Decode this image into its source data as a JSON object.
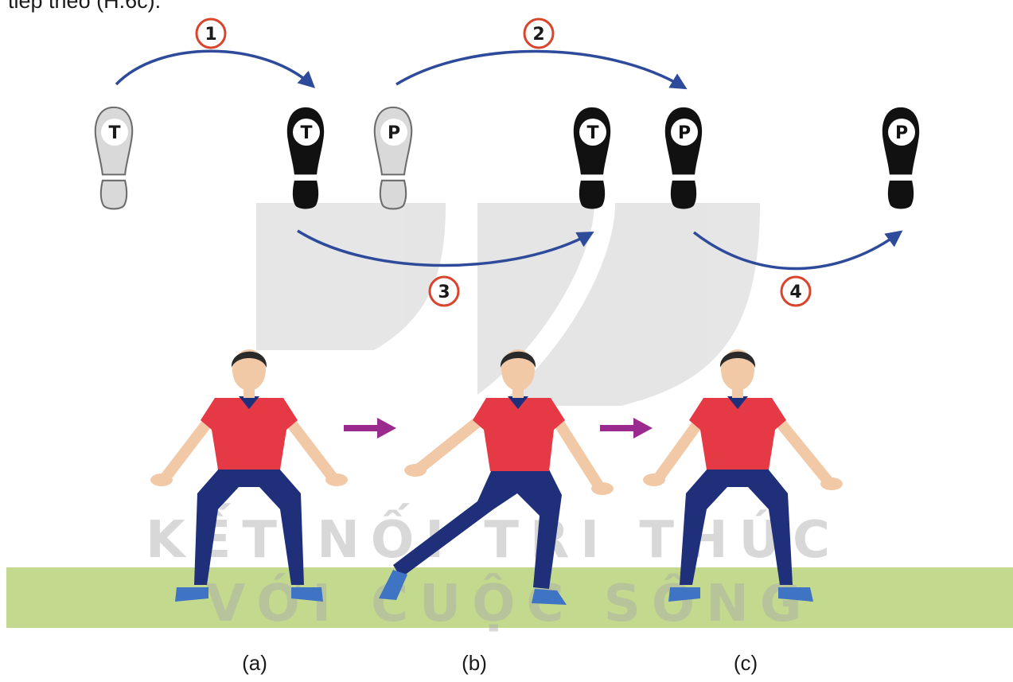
{
  "caption_top": "tiếp theo (H.6c).",
  "feet": [
    {
      "letter": "T",
      "fill": "light"
    },
    {
      "letter": "T",
      "fill": "dark"
    },
    {
      "letter": "P",
      "fill": "light"
    },
    {
      "letter": "T",
      "fill": "dark"
    },
    {
      "letter": "P",
      "fill": "dark"
    },
    {
      "letter": "P",
      "fill": "dark"
    }
  ],
  "steps": [
    "1",
    "2",
    "3",
    "4"
  ],
  "watermark": {
    "line1": "KẾT NỐI TRI THỨC",
    "line2": "VỚI CUỘC SỐNG"
  },
  "panel_labels": [
    "(a)",
    "(b)",
    "(c)"
  ],
  "colors": {
    "arrow_blue": "#2e4a9a",
    "step_circle": "#d9442c",
    "transition_arrow": "#9a2a8e",
    "ground": "#c3d98e",
    "shirt": "#e63946",
    "pants": "#1f2f7a",
    "shoes": "#3f74c4",
    "light_foot": "#d9d9d9",
    "dark_foot": "#111111"
  }
}
